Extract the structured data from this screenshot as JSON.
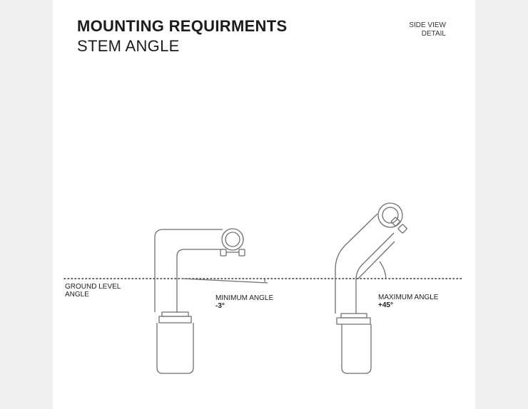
{
  "header": {
    "title": "MOUNTING REQUIRMENTS",
    "subtitle": "STEM ANGLE",
    "view_line1": "SIDE VIEW",
    "view_line2": "DETAIL"
  },
  "labels": {
    "ground_line1": "GROUND LEVEL",
    "ground_line2": "ANGLE",
    "min_title": "MINIMUM ANGLE",
    "min_value": "-3°",
    "max_title": "MAXIMUM ANGLE",
    "max_value": "+45°"
  },
  "colors": {
    "line": "#6f6f6f",
    "text": "#1c1c1c",
    "background": "#ffffff",
    "margin": "#f0f0f0"
  }
}
